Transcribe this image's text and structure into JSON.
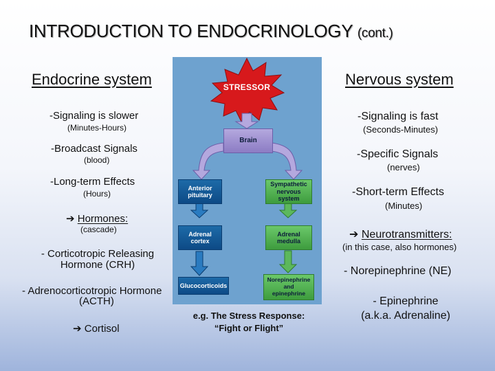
{
  "slide": {
    "title_main": "INTRODUCTION TO ENDOCRINOLOGY",
    "title_suffix": "(cont.)"
  },
  "endocrine": {
    "heading": "Endocrine system",
    "signaling": "-Signaling is slower",
    "signaling_note": "(Minutes-Hours)",
    "broadcast": "-Broadcast Signals",
    "broadcast_note": "(blood)",
    "effects": "-Long-term Effects",
    "effects_note": "(Hours)",
    "messengers_arrow": "➔",
    "messengers": "Hormones:",
    "messengers_note": "(cascade)",
    "crh_line1": "- Corticotropic Releasing",
    "crh_line2": "Hormone (CRH)",
    "acth_line1": "- Adrenocorticotropic Hormone",
    "acth_line2": "(ACTH)",
    "cortisol": "➔ Cortisol"
  },
  "nervous": {
    "heading": "Nervous system",
    "signaling": "-Signaling is fast",
    "signaling_note": "(Seconds-Minutes)",
    "specific": "-Specific Signals",
    "specific_note": "(nerves)",
    "effects": "-Short-term Effects",
    "effects_note": "(Minutes)",
    "messengers_arrow": "➔",
    "messengers": "Neurotransmitters:",
    "messengers_note": "(in this case, also hormones)",
    "ne": "- Norepinephrine (NE)",
    "epi_line1": "- Epinephrine",
    "epi_line2": "(a.k.a. Adrenaline)"
  },
  "diagram": {
    "stressor": "STRESSOR",
    "brain": "Brain",
    "anterior_pituitary": [
      "Anterior",
      "pituitary"
    ],
    "sympathetic": [
      "Sympathetic",
      "nervous",
      "system"
    ],
    "adrenal_cortex": [
      "Adrenal",
      "cortex"
    ],
    "adrenal_medulla": [
      "Adrenal",
      "medulla"
    ],
    "glucocorticoids": "Glucocorticoids",
    "norepi_epi": [
      "Norepinephrine",
      "and",
      "epinephrine"
    ],
    "caption_line1": "e.g. The Stress Response:",
    "caption_line2": "“Fight or Flight”"
  },
  "colors": {
    "diagram_bg": "#6ea2cf",
    "stressor_red": "#d7191c",
    "blue_box": "#1d6aa8",
    "green_box": "#4fae4f",
    "purple_box": "#a092d4"
  }
}
